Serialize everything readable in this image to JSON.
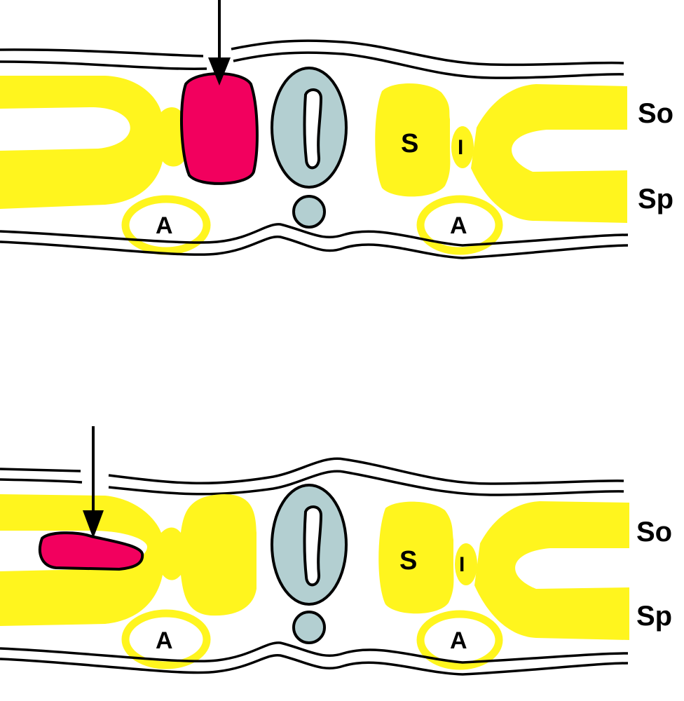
{
  "colors": {
    "background": "#ffffff",
    "ganglion_yellow": "#fff51e",
    "lesion_red": "#f2005e",
    "cord_grey": "#b3cfd1",
    "outline": "#000000"
  },
  "panels": [
    {
      "id": "top",
      "lesion_location": "between spinal ganglion region and spinal cord (intraforaminal)",
      "labels": {
        "somatic": "So",
        "splanchnic": "Sp",
        "sensory": "S",
        "intermediate": "I",
        "artery_left": "A",
        "artery_right": "A"
      }
    },
    {
      "id": "bottom",
      "lesion_location": "within lateral somatic/splanchnic branch (extraforaminal)",
      "labels": {
        "somatic": "So",
        "splanchnic": "Sp",
        "sensory": "S",
        "intermediate": "I",
        "artery_left": "A",
        "artery_right": "A"
      }
    }
  ]
}
